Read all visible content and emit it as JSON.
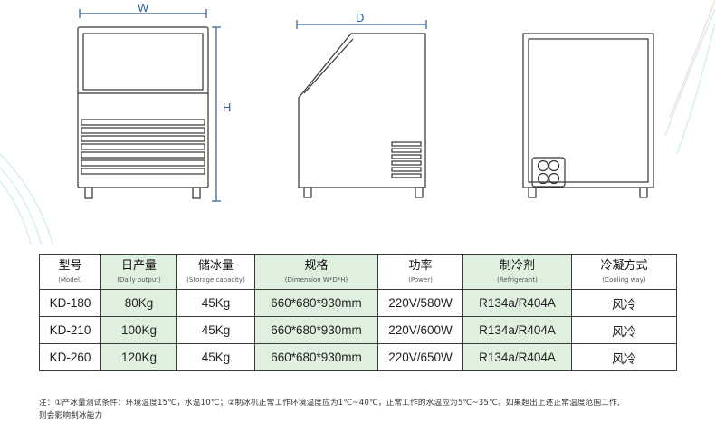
{
  "dimensions": {
    "width_label": "W",
    "height_label": "H",
    "depth_label": "D"
  },
  "table": {
    "headers": [
      {
        "main": "型号",
        "sub": "(Model)",
        "green": false
      },
      {
        "main": "日产量",
        "sub": "(Daily output)",
        "green": true
      },
      {
        "main": "储冰量",
        "sub": "(Storage capacity)",
        "green": false
      },
      {
        "main": "规格",
        "sub": "(Dimension W*D*H)",
        "green": true
      },
      {
        "main": "功率",
        "sub": "(Power)",
        "green": false
      },
      {
        "main": "制冷剂",
        "sub": "(Refrigerant)",
        "green": true
      },
      {
        "main": "冷凝方式",
        "sub": "(Cooling way)",
        "green": false
      }
    ],
    "rows": [
      [
        "KD-180",
        "80Kg",
        "45Kg",
        "660*680*930mm",
        "220V/580W",
        "R134a/R404A",
        "风冷"
      ],
      [
        "KD-210",
        "100Kg",
        "45Kg",
        "660*680*930mm",
        "220V/600W",
        "R134a/R404A",
        "风冷"
      ],
      [
        "KD-260",
        "120Kg",
        "45Kg",
        "660*680*930mm",
        "220V/650W",
        "R134a/R404A",
        "风冷"
      ]
    ]
  },
  "note": {
    "line1": "注：①产冰量测试条件：环境温度15℃，水温10℃；②制冰机正常工作环境温度应为1℃~40℃，正常工作的水温应为5℃~35℃。如果超出上述正常温度范围工作,",
    "line2": "则会影响制冰能力"
  }
}
